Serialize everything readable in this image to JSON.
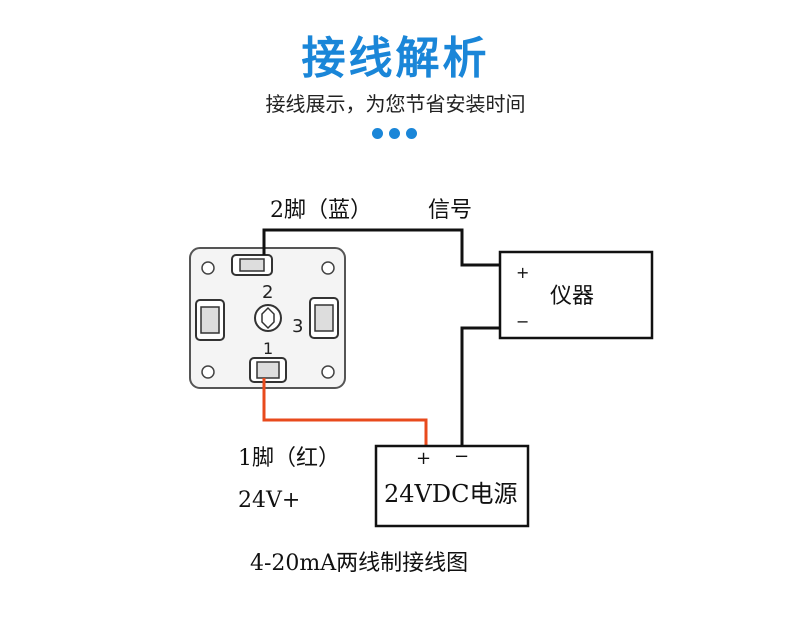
{
  "header": {
    "title": "接线解析",
    "subtitle": "接线展示，为您节省安装时间"
  },
  "diagram": {
    "pin2_label": "2脚（蓝）",
    "signal_label": "信号",
    "instrument_label": "仪器",
    "instrument_plus": "+",
    "instrument_minus": "−",
    "pin1_label": "1脚（红）",
    "voltage_label": "24V+",
    "power_plus": "+",
    "power_minus": "−",
    "power_label": "24VDC电源",
    "caption": "4-20mA两线制接线图",
    "connector_pin1": "1",
    "connector_pin2": "2",
    "connector_pin3": "3",
    "colors": {
      "accent": "#1a86d8",
      "red_wire": "#e84a1c",
      "wire": "#111111"
    }
  }
}
